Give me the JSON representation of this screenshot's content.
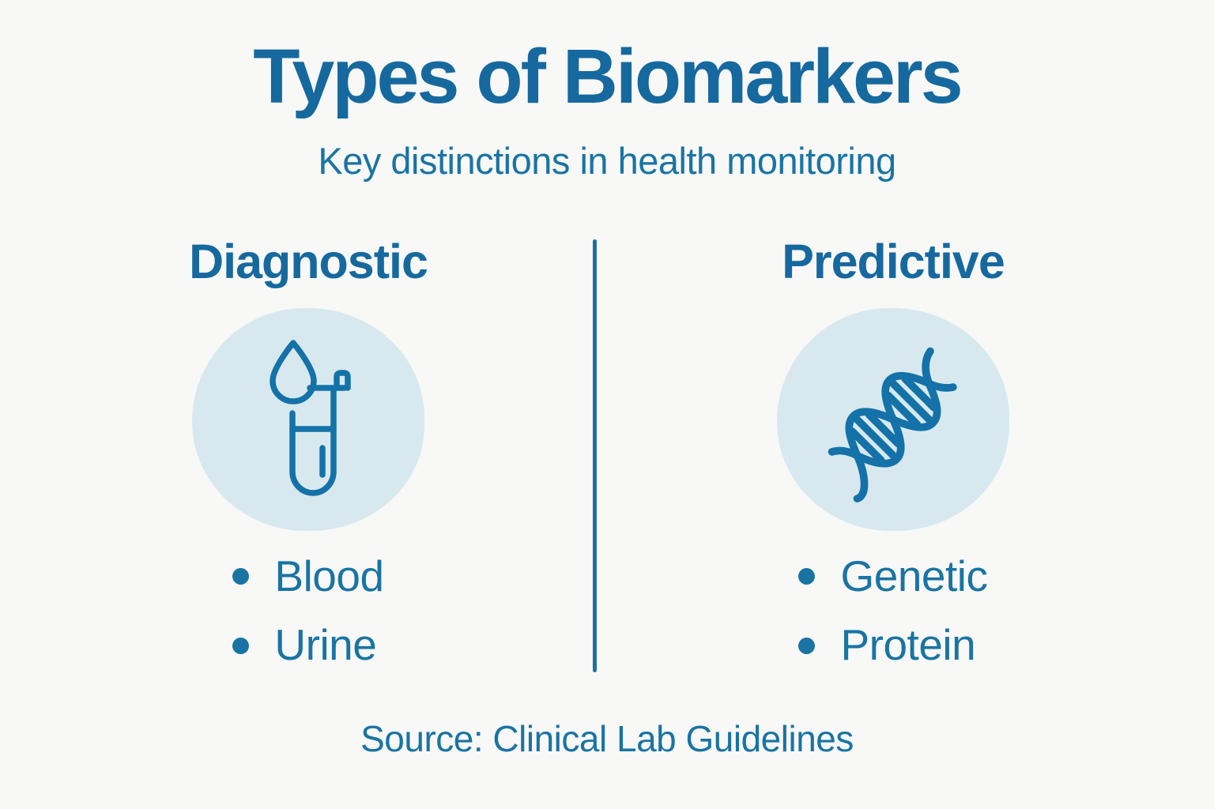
{
  "title": "Types of Biomarkers",
  "subtitle": "Key distinctions in health monitoring",
  "columns": [
    {
      "heading": "Diagnostic",
      "icon": "blood-sample-tube-icon",
      "items": [
        "Blood",
        "Urine"
      ]
    },
    {
      "heading": "Predictive",
      "icon": "dna-helix-icon",
      "items": [
        "Genetic",
        "Protein"
      ]
    }
  ],
  "source": "Source: Clinical Lab Guidelines",
  "colors": {
    "background": "#f8f8f7",
    "heading": "#16699e",
    "body": "#1974a3",
    "icon_stroke": "#1472a8",
    "circle_fill": "#d7e9ef",
    "divider": "#1e6fa5"
  }
}
